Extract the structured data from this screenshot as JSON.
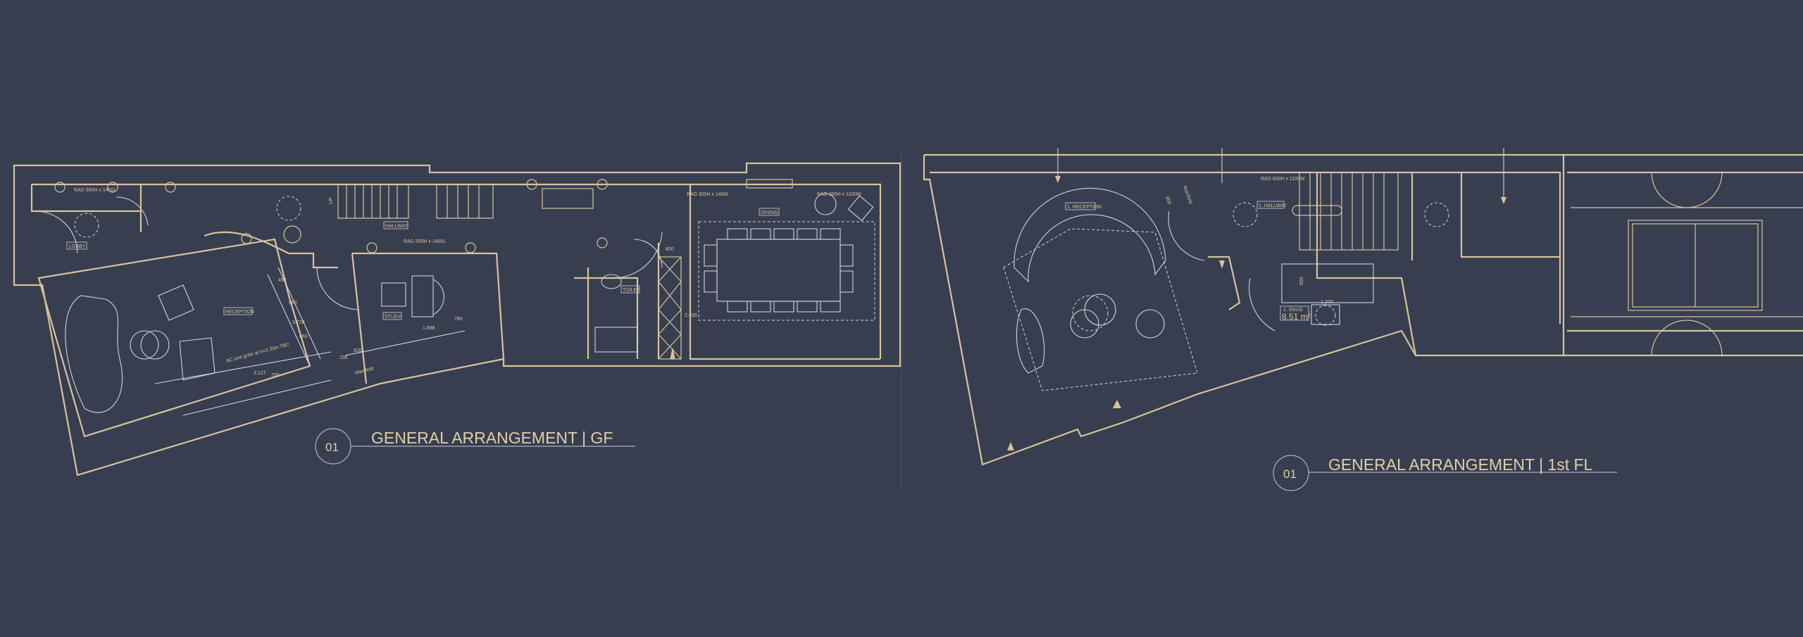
{
  "drawings": [
    {
      "number": "01",
      "title": "GENERAL ARRANGEMENT | GF",
      "rooms": {
        "lobby": "LOBBY",
        "reception": "RECEPTION",
        "study": "STUDY",
        "hallway": "HALLWAY",
        "toilet": "TOILET",
        "dining": "DINING"
      },
      "notes": {
        "ac": "AC unit grille at h=2.20m TBC",
        "manifold": "Manifold",
        "stair_up": "UP",
        "rad1": "RAD 300H x 1400L",
        "rad2": "RAD 300H x 1400L",
        "rad3": "RAD 300H x 1400L",
        "rad4": "RAD 300H x 1100W"
      },
      "dimensions": [
        "457",
        "860",
        "3,728",
        "860",
        "1,888",
        "780",
        "620",
        "156",
        "3,127",
        "700",
        "600",
        "2,400"
      ]
    },
    {
      "number": "01",
      "title": "GENERAL ARRANGEMENT | 1st FL",
      "rooms": {
        "reception": "1. RECEPTION",
        "hallway": "1. HALLWAY",
        "snug": "1. SNUG",
        "snug_area": "8.51 m²"
      },
      "notes": {
        "manifold": "Manifold",
        "rad": "RAD 600H x 1100W"
      },
      "dimensions": [
        "800",
        "850",
        "2,200"
      ]
    }
  ],
  "colors": {
    "background": "#373e50",
    "linework": "#d8c39a",
    "furniture": "#cfd3dc"
  }
}
